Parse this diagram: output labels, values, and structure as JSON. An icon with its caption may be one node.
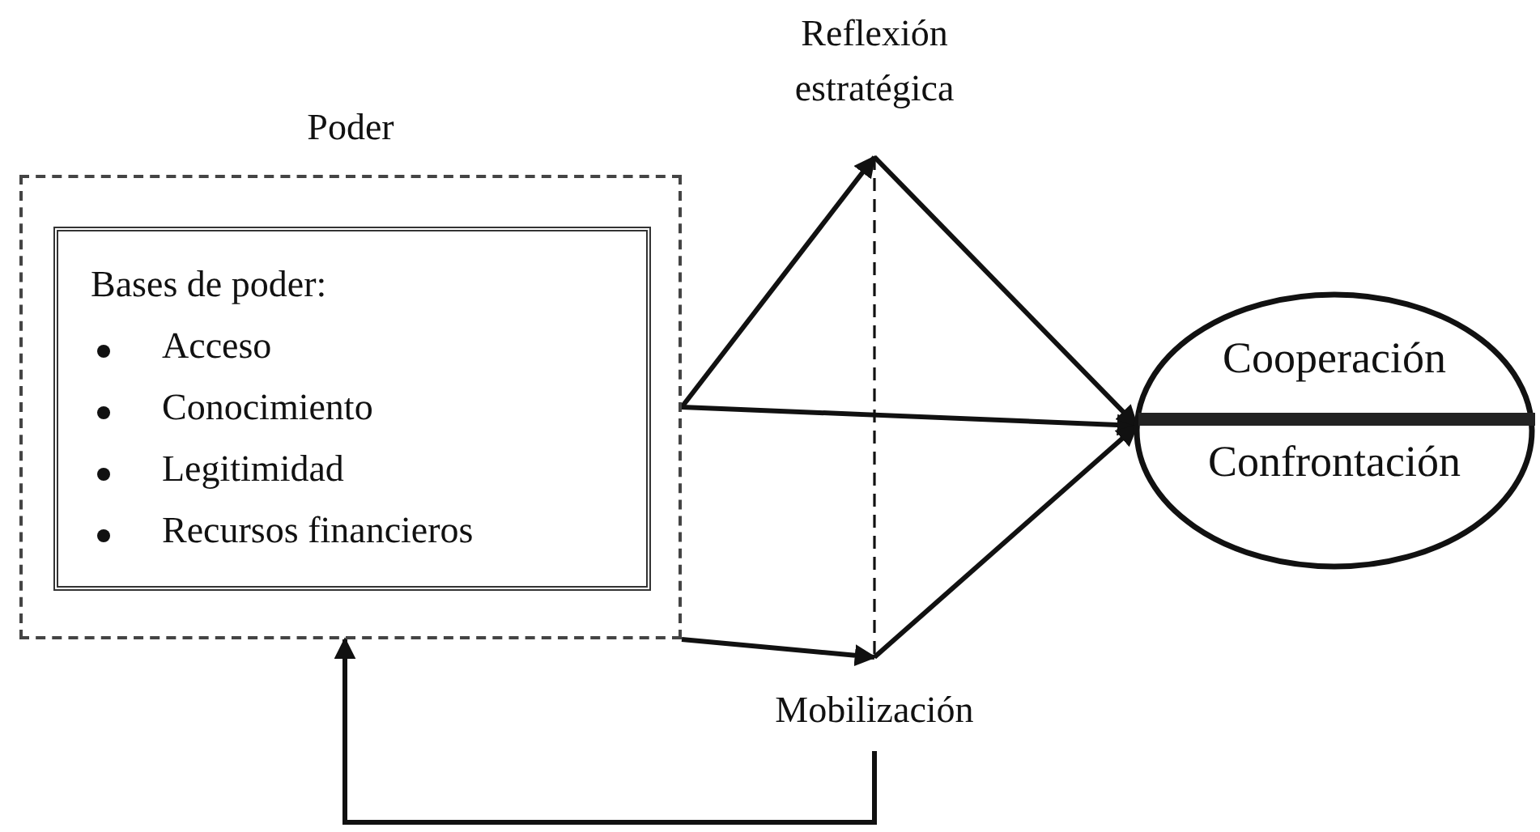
{
  "diagram": {
    "nodes": [
      {
        "text": [
          "Poder"
        ]
      },
      {
        "text": [
          "Bases de poder:",
          "Acceso",
          "Conocimiento",
          "Legitimidad",
          "Recursos financieros"
        ],
        "in": 0
      },
      {
        "text": [
          "Reflexión estratégica"
        ]
      },
      {
        "text": [
          "Mobilización"
        ]
      },
      {
        "text": [
          "Cooperación",
          "Confrontación"
        ]
      }
    ],
    "edges": [
      {
        "from": 0,
        "to": 2,
        "arrow": "to"
      },
      {
        "from": 0,
        "to": 4,
        "arrow": "to"
      },
      {
        "from": 0,
        "to": 3,
        "arrow": "to"
      },
      {
        "from": 2,
        "to": 4,
        "arrow": "to"
      },
      {
        "from": 3,
        "to": 4,
        "arrow": "to"
      },
      {
        "from": 2,
        "to": 3,
        "arrow": "none",
        "style": "dashed"
      },
      {
        "from": 3,
        "to": 0,
        "arrow": "to"
      }
    ]
  }
}
